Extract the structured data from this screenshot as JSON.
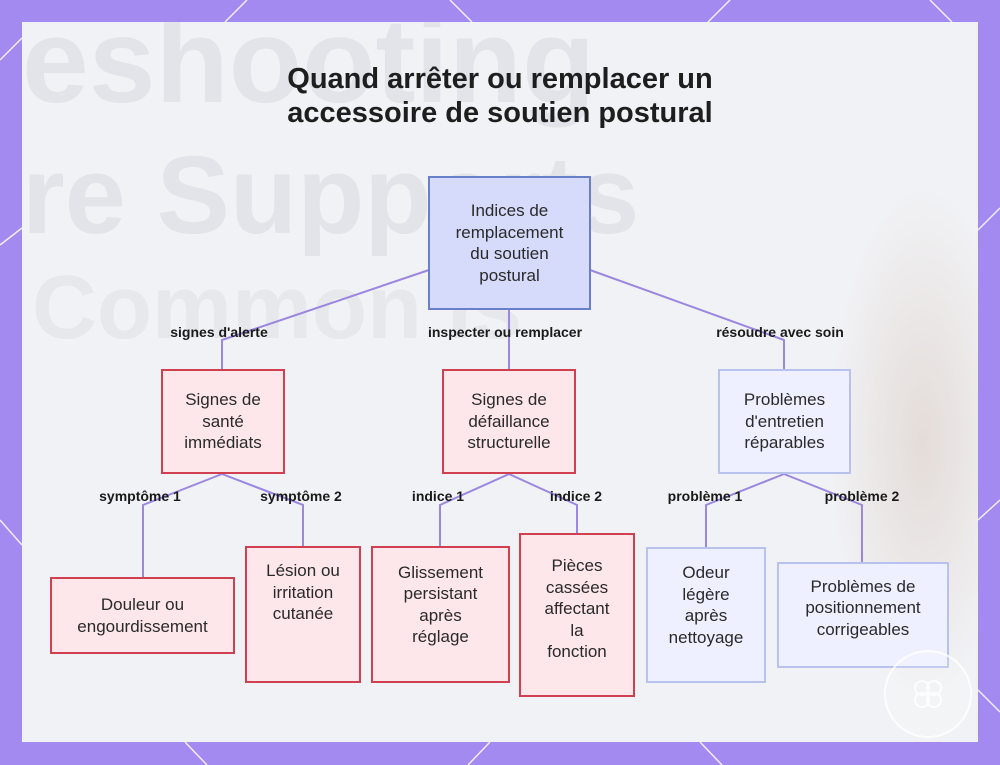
{
  "title": {
    "line1": "Quand arrêter ou remplacer un",
    "line2": "accessoire de soutien postural"
  },
  "background_watermark": {
    "line1": "eshooting",
    "line2": "re Supports",
    "line3": "Common Is"
  },
  "nodes": {
    "root": [
      "Indices de",
      "remplacement",
      "du soutien",
      "postural"
    ],
    "health": [
      "Signes de",
      "santé",
      "immédiats"
    ],
    "structural": [
      "Signes de",
      "défaillance",
      "structurelle"
    ],
    "maintenance": [
      "Problèmes",
      "d'entretien",
      "réparables"
    ],
    "pain": [
      "Douleur ou",
      "engourdissement"
    ],
    "lesion": [
      "Lésion ou",
      "irritation",
      "cutanée"
    ],
    "slipping": [
      "Glissement",
      "persistant",
      "après",
      "réglage"
    ],
    "broken": [
      "Pièces",
      "cassées",
      "affectant",
      "la",
      "fonction"
    ],
    "odor": [
      "Odeur",
      "légère",
      "après",
      "nettoyage"
    ],
    "positioning": [
      "Problèmes de",
      "positionnement",
      "corrigeables"
    ]
  },
  "edge_labels": {
    "alerts": "signes d'alerte",
    "inspect": "inspecter ou remplacer",
    "resolve": "résoudre avec soin",
    "symptom1": "symptôme 1",
    "symptom2": "symptôme 2",
    "clue1": "indice 1",
    "clue2": "indice 2",
    "problem1": "problème 1",
    "problem2": "problème 2"
  },
  "colors": {
    "frame": "#a38af0",
    "edge": "#9b86e0",
    "root_fill": "#d6dbfb",
    "root_border": "#6a7fc9",
    "alert_fill": "#fde7ea",
    "alert_border": "#d04050",
    "soft_fill": "#eef0ff",
    "soft_border": "#b9c2ec"
  },
  "icons": [
    "logo-icon"
  ]
}
